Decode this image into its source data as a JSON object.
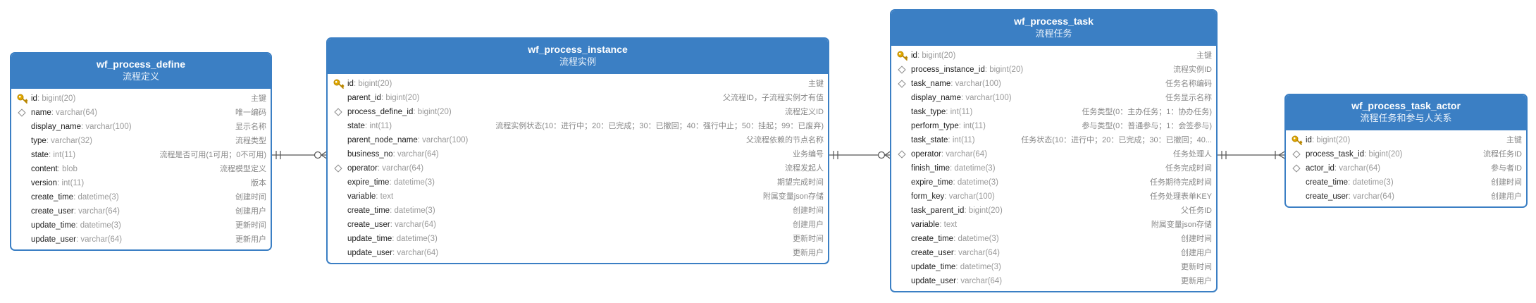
{
  "entities": [
    {
      "id": "define",
      "name": "wf_process_define",
      "comment": "流程定义",
      "fields": [
        {
          "name": "id",
          "type": "bigint(20)",
          "comment": "主键",
          "key": "pk"
        },
        {
          "name": "name",
          "type": "varchar(64)",
          "comment": "唯一编码",
          "key": "fk"
        },
        {
          "name": "display_name",
          "type": "varchar(100)",
          "comment": "显示名称",
          "key": ""
        },
        {
          "name": "type",
          "type": "varchar(32)",
          "comment": "流程类型",
          "key": ""
        },
        {
          "name": "state",
          "type": "int(11)",
          "comment": "流程是否可用(1可用；0不可用)",
          "key": ""
        },
        {
          "name": "content",
          "type": "blob",
          "comment": "流程模型定义",
          "key": ""
        },
        {
          "name": "version",
          "type": "int(11)",
          "comment": "版本",
          "key": ""
        },
        {
          "name": "create_time",
          "type": "datetime(3)",
          "comment": "创建时间",
          "key": ""
        },
        {
          "name": "create_user",
          "type": "varchar(64)",
          "comment": "创建用户",
          "key": ""
        },
        {
          "name": "update_time",
          "type": "datetime(3)",
          "comment": "更新时间",
          "key": ""
        },
        {
          "name": "update_user",
          "type": "varchar(64)",
          "comment": "更新用户",
          "key": ""
        }
      ]
    },
    {
      "id": "instance",
      "name": "wf_process_instance",
      "comment": "流程实例",
      "fields": [
        {
          "name": "id",
          "type": "bigint(20)",
          "comment": "主键",
          "key": "pk"
        },
        {
          "name": "parent_id",
          "type": "bigint(20)",
          "comment": "父流程ID，子流程实例才有值",
          "key": ""
        },
        {
          "name": "process_define_id",
          "type": "bigint(20)",
          "comment": "流程定义ID",
          "key": "fk"
        },
        {
          "name": "state",
          "type": "int(11)",
          "comment": "流程实例状态(10：进行中；20：已完成；30：已撤回；40：强行中止；50：挂起；99：已废弃)",
          "key": ""
        },
        {
          "name": "parent_node_name",
          "type": "varchar(100)",
          "comment": "父流程依赖的节点名称",
          "key": ""
        },
        {
          "name": "business_no",
          "type": "varchar(64)",
          "comment": "业务编号",
          "key": ""
        },
        {
          "name": "operator",
          "type": "varchar(64)",
          "comment": "流程发起人",
          "key": "fk"
        },
        {
          "name": "expire_time",
          "type": "datetime(3)",
          "comment": "期望完成时间",
          "key": ""
        },
        {
          "name": "variable",
          "type": "text",
          "comment": "附属变量json存储",
          "key": ""
        },
        {
          "name": "create_time",
          "type": "datetime(3)",
          "comment": "创建时间",
          "key": ""
        },
        {
          "name": "create_user",
          "type": "varchar(64)",
          "comment": "创建用户",
          "key": ""
        },
        {
          "name": "update_time",
          "type": "datetime(3)",
          "comment": "更新时间",
          "key": ""
        },
        {
          "name": "update_user",
          "type": "varchar(64)",
          "comment": "更新用户",
          "key": ""
        }
      ]
    },
    {
      "id": "task",
      "name": "wf_process_task",
      "comment": "流程任务",
      "fields": [
        {
          "name": "id",
          "type": "bigint(20)",
          "comment": "主键",
          "key": "pk"
        },
        {
          "name": "process_instance_id",
          "type": "bigint(20)",
          "comment": "流程实例ID",
          "key": "fk"
        },
        {
          "name": "task_name",
          "type": "varchar(100)",
          "comment": "任务名称编码",
          "key": "fk"
        },
        {
          "name": "display_name",
          "type": "varchar(100)",
          "comment": "任务显示名称",
          "key": ""
        },
        {
          "name": "task_type",
          "type": "int(11)",
          "comment": "任务类型(0：主办任务；1：协办任务)",
          "key": ""
        },
        {
          "name": "perform_type",
          "type": "int(11)",
          "comment": "参与类型(0：普通参与；1：会签参与)",
          "key": ""
        },
        {
          "name": "task_state",
          "type": "int(11)",
          "comment": "任务状态(10：进行中；20：已完成；30：已撤回；40...",
          "key": ""
        },
        {
          "name": "operator",
          "type": "varchar(64)",
          "comment": "任务处理人",
          "key": "fk"
        },
        {
          "name": "finish_time",
          "type": "datetime(3)",
          "comment": "任务完成时间",
          "key": ""
        },
        {
          "name": "expire_time",
          "type": "datetime(3)",
          "comment": "任务期待完成时间",
          "key": ""
        },
        {
          "name": "form_key",
          "type": "varchar(100)",
          "comment": "任务处理表单KEY",
          "key": ""
        },
        {
          "name": "task_parent_id",
          "type": "bigint(20)",
          "comment": "父任务ID",
          "key": ""
        },
        {
          "name": "variable",
          "type": "text",
          "comment": "附属变量json存储",
          "key": ""
        },
        {
          "name": "create_time",
          "type": "datetime(3)",
          "comment": "创建时间",
          "key": ""
        },
        {
          "name": "create_user",
          "type": "varchar(64)",
          "comment": "创建用户",
          "key": ""
        },
        {
          "name": "update_time",
          "type": "datetime(3)",
          "comment": "更新时间",
          "key": ""
        },
        {
          "name": "update_user",
          "type": "varchar(64)",
          "comment": "更新用户",
          "key": ""
        }
      ]
    },
    {
      "id": "actor",
      "name": "wf_process_task_actor",
      "comment": "流程任务和参与人关系",
      "fields": [
        {
          "name": "id",
          "type": "bigint(20)",
          "comment": "主键",
          "key": "pk"
        },
        {
          "name": "process_task_id",
          "type": "bigint(20)",
          "comment": "流程任务ID",
          "key": "fk"
        },
        {
          "name": "actor_id",
          "type": "varchar(64)",
          "comment": "参与者ID",
          "key": "fk"
        },
        {
          "name": "create_time",
          "type": "datetime(3)",
          "comment": "创建时间",
          "key": ""
        },
        {
          "name": "create_user",
          "type": "varchar(64)",
          "comment": "创建用户",
          "key": ""
        }
      ]
    }
  ],
  "relationships": [
    {
      "from": "define",
      "to": "instance",
      "from_end": "one-mandatory",
      "to_end": "zero-or-many"
    },
    {
      "from": "instance",
      "to": "task",
      "from_end": "one-mandatory",
      "to_end": "zero-or-many"
    },
    {
      "from": "task",
      "to": "actor",
      "from_end": "one-mandatory",
      "to_end": "one-or-many"
    }
  ],
  "icons": {
    "primary_key": "key-icon",
    "foreign_key": "diamond-icon"
  },
  "colors": {
    "header": "#3b7fc4",
    "border": "#3b7fc4",
    "key_gold": "#e0a800",
    "line": "#555555"
  }
}
